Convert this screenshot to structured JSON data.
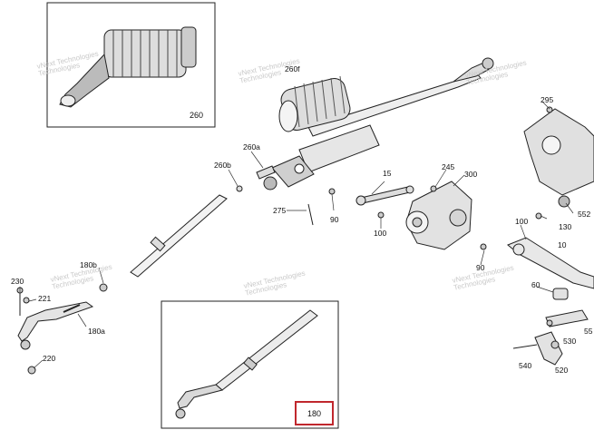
{
  "diagram": {
    "part_numbers": {
      "p260": "260",
      "p260f": "260f",
      "p260a": "260a",
      "p260b": "260b",
      "p275": "275",
      "p90_left": "90",
      "p15": "15",
      "p245": "245",
      "p300": "300",
      "p100_left": "100",
      "p100_right": "100",
      "p90_right": "90",
      "p10": "10",
      "p130": "130",
      "p295": "295",
      "p552": "552",
      "p60": "60",
      "p55": "55",
      "p530": "530",
      "p540": "540",
      "p520": "520",
      "p180b": "180b",
      "p230": "230",
      "p221": "221",
      "p180a": "180a",
      "p220": "220",
      "p180": "180"
    },
    "watermark_line1": "vNext Technologies",
    "watermark_line2": "Technologies"
  },
  "colors": {
    "highlight": "#c0272d",
    "line": "#222222",
    "watermark": "#c9c9c9"
  }
}
